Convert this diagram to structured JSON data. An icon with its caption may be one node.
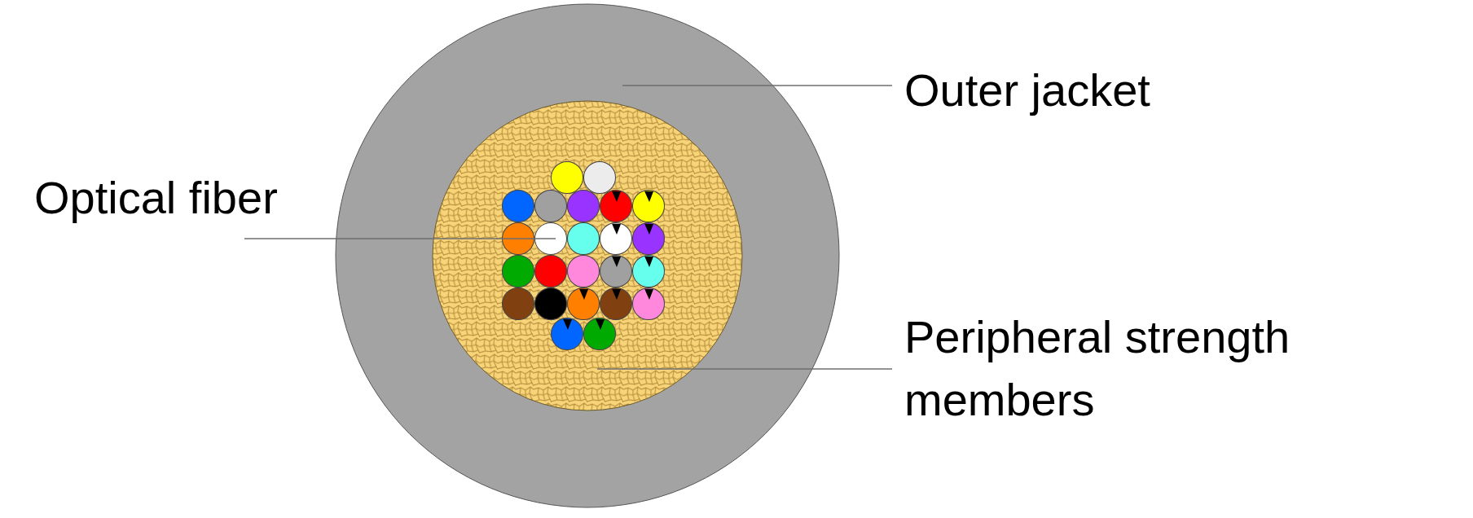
{
  "diagram": {
    "nodes": [
      {
        "text": [],
        "shape": "circle"
      },
      {
        "text": [],
        "shape": "circle",
        "in": 0
      },
      {
        "text": [],
        "shape": "circle",
        "in": 1
      },
      {
        "text": [
          "Outer jacket"
        ]
      },
      {
        "text": [
          "Optical fiber"
        ]
      },
      {
        "text": [
          "Peripheral strength members"
        ]
      }
    ],
    "edges": [
      {
        "from": 3,
        "to": 0,
        "arrow": "none"
      },
      {
        "from": 4,
        "to": 2,
        "arrow": "none"
      },
      {
        "from": 5,
        "to": 1,
        "arrow": "none"
      }
    ]
  }
}
